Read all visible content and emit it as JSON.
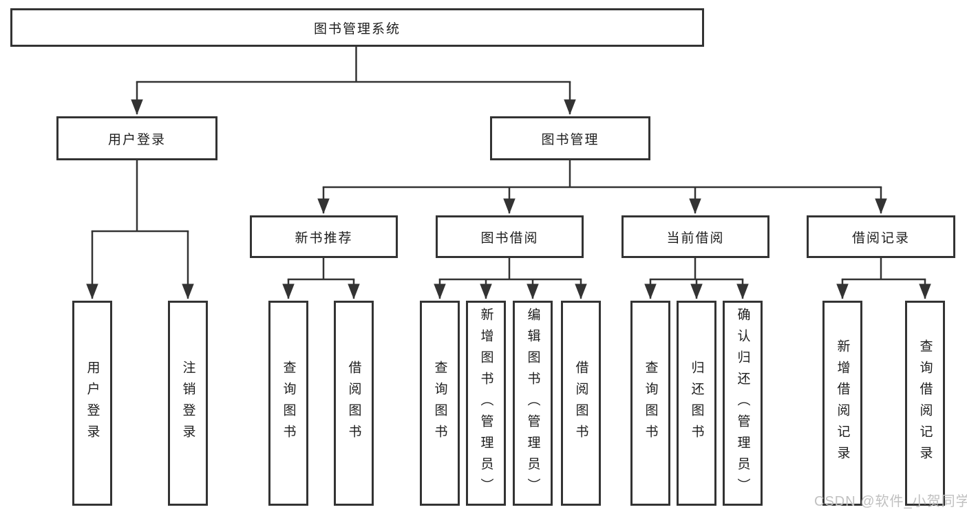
{
  "diagram": {
    "root": {
      "label": "图书管理系统"
    },
    "branches": [
      {
        "label": "用户登录",
        "children": [
          {
            "label": "用户登录"
          },
          {
            "label": "注销登录"
          }
        ]
      },
      {
        "label": "图书管理",
        "children": [
          {
            "label": "新书推荐",
            "children": [
              {
                "label": "查询图书"
              },
              {
                "label": "借阅图书"
              }
            ]
          },
          {
            "label": "图书借阅",
            "children": [
              {
                "label": "查询图书"
              },
              {
                "label": "新增图书（管理员）"
              },
              {
                "label": "编辑图书（管理员）"
              },
              {
                "label": "借阅图书"
              }
            ]
          },
          {
            "label": "当前借阅",
            "children": [
              {
                "label": "查询图书"
              },
              {
                "label": "归还图书"
              },
              {
                "label": "确认归还（管理员）"
              }
            ]
          },
          {
            "label": "借阅记录",
            "children": [
              {
                "label": "新增借阅记录"
              },
              {
                "label": "查询借阅记录"
              }
            ]
          }
        ]
      }
    ]
  },
  "watermark": {
    "text": "CSDN @软件_小贺同学"
  },
  "colors": {
    "line": "#333333",
    "text": "#1d1d1d",
    "watermark": "#c0c0c0",
    "background": "#ffffff"
  }
}
